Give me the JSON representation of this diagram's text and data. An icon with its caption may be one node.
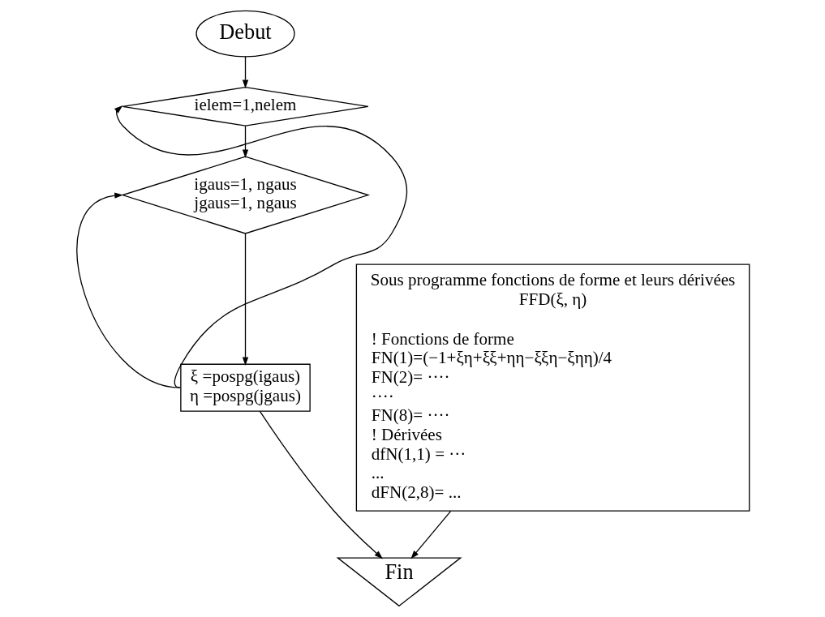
{
  "diagram": {
    "nodes": [
      {
        "text": [
          "Debut"
        ]
      },
      {
        "text": [
          "ielem=1,nelem"
        ]
      },
      {
        "text": [
          "igaus=1, ngaus",
          "jgaus=1, ngaus"
        ]
      },
      {
        "text": [
          "ξ =pospg(igaus)",
          "η =pospg(jgaus)"
        ]
      },
      {
        "text": [
          "Sous programme fonctions de forme et leurs dérivées FFD(ξ, η)",
          "! Fonctions de forme",
          "FN(1)=(−1+ξη+ξξ+ηη−ξξη−ξηη)/4",
          "FN(2)= ····",
          "····",
          "FN(8)= ····",
          "! Dérivées",
          "dfN(1,1) = ···",
          "...",
          "dFN(2,8)= ..."
        ]
      },
      {
        "text": [
          "Fin"
        ]
      }
    ],
    "edges": [
      {
        "from": 0,
        "to": 1,
        "arrow": "to"
      },
      {
        "from": 1,
        "to": 2,
        "arrow": "to"
      },
      {
        "from": 2,
        "to": 3,
        "arrow": "to"
      },
      {
        "from": 3,
        "to": 2,
        "arrow": "to"
      },
      {
        "from": 3,
        "to": 1,
        "arrow": "to"
      },
      {
        "from": 3,
        "to": 5,
        "arrow": "to"
      },
      {
        "from": 4,
        "to": 5,
        "arrow": "to"
      }
    ]
  }
}
